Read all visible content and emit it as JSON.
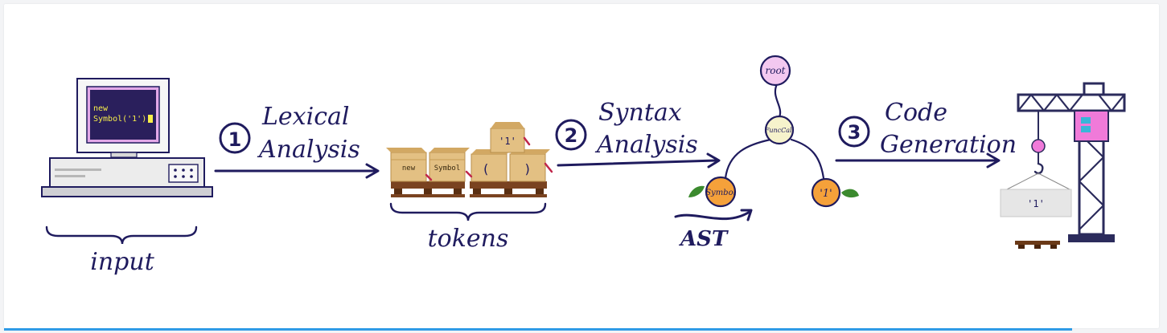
{
  "terminal": {
    "line1": "new",
    "line2": "Symbol('1')"
  },
  "labels": {
    "input": "input",
    "tokens": "tokens",
    "ast": "AST"
  },
  "steps": [
    {
      "number": "1",
      "line1": "Lexical",
      "line2": "Analysis"
    },
    {
      "number": "2",
      "line1": "Syntax",
      "line2": "Analysis"
    },
    {
      "number": "3",
      "line1": "Code",
      "line2": "Generation"
    }
  ],
  "token_boxes": [
    "new",
    "Symbol",
    "(",
    ")",
    "'1'"
  ],
  "ast_nodes": {
    "root": "root",
    "call": "FuncCall",
    "symbol": "Symbol",
    "literal": "'1'"
  },
  "output_block": "'1'",
  "colors": {
    "ink": "#1f1b5e",
    "cardboard": "#e3c083",
    "pallet": "#6b3a18",
    "node_root": "#f3c8f0",
    "node_call": "#f6f3cc",
    "node_leaf": "#f5a13a",
    "crane_pink": "#f07ad9",
    "terminal_text": "#f7ee4a",
    "accent": "#2f9be6"
  }
}
